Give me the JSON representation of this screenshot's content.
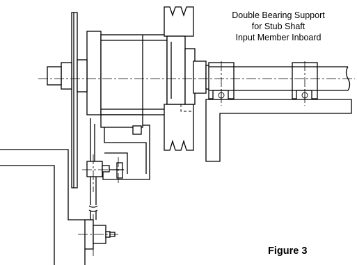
{
  "caption": {
    "line1": "Double Bearing Support",
    "line2": "for Stub Shaft",
    "line3": "Input Member Inboard"
  },
  "figure_label": "Figure 3"
}
